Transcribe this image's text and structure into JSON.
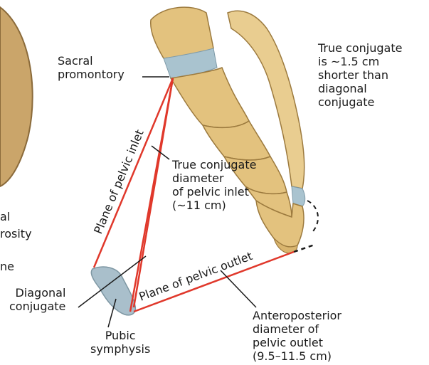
{
  "labels": {
    "sacral_promontory": "Sacral\npromontory",
    "true_conjugate_note": "True conjugate\nis ~1.5 cm\nshorter than\ndiagonal\nconjugate",
    "plane_inlet": "Plane of pelvic inlet",
    "true_conjugate_diameter": "True conjugate\ndiameter\nof pelvic inlet\n(~11 cm)",
    "plane_outlet": "Plane of pelvic outlet",
    "diagonal_conjugate": "Diagonal\nconjugate",
    "pubic_symphysis": "Pubic\nsymphysis",
    "ap_diameter": "Anteroposterior\ndiameter of\npelvic outlet\n(9.5–11.5 cm)",
    "cut_left_1": "al",
    "cut_left_2": "rosity",
    "cut_left_3": "ne"
  },
  "colors": {
    "measurement_line": "#e0382b",
    "leader_line": "#1a1a1a",
    "bone": "#e3c27e",
    "bone_shadow": "#c9a15b",
    "disc": "#a9c3cf",
    "symphysis": "#a9bfcb"
  }
}
